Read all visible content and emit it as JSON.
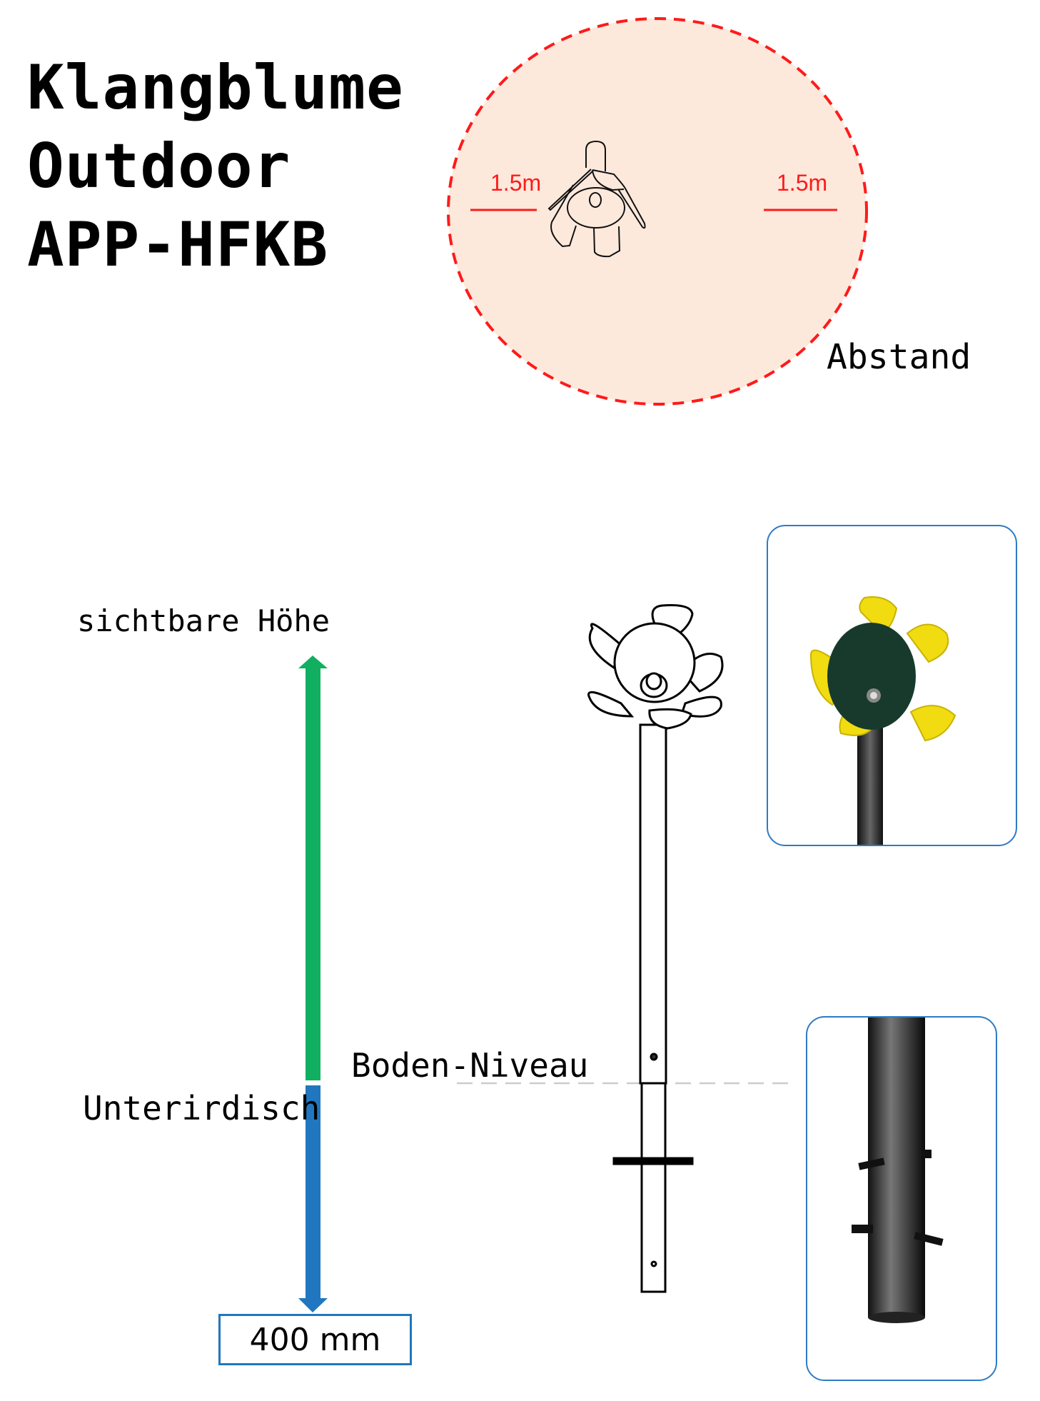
{
  "title": {
    "line1": "Klangblume",
    "line2": "Outdoor",
    "line3": "APP-HFKB"
  },
  "clearance": {
    "left_label": "1.5m",
    "right_label": "1.5m",
    "caption": "Abstand",
    "fill_color": "#fce9dc",
    "border_color": "#ff1a1a"
  },
  "height_diagram": {
    "visible_label": "sichtbare Höhe",
    "underground_label": "Unterirdisch",
    "ground_label": "Boden-Niveau",
    "depth_value": "400 mm",
    "visible_color": "#10b060",
    "underground_color": "#2077c0"
  }
}
